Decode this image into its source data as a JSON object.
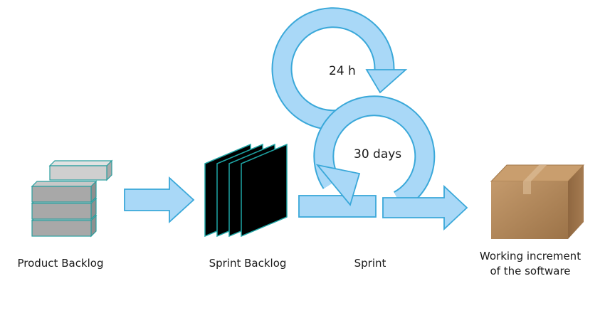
{
  "stages": {
    "product_backlog": "Product Backlog",
    "sprint_backlog": "Sprint Backlog",
    "sprint": "Sprint",
    "increment_line1": "Working increment",
    "increment_line2": "of the software"
  },
  "cycles": {
    "daily": "24 h",
    "sprint_length": "30 days"
  },
  "colors": {
    "arrow_fill": "#a9d8f7",
    "arrow_stroke": "#3aa8d9",
    "backlog_fill": "#a8a8a8",
    "backlog_top_fill": "#cfcfcf",
    "backlog_stroke": "#2a9e9e",
    "card_fill": "#000000",
    "card_stroke": "#1ea5a5",
    "box_fill": "#b8895a"
  }
}
